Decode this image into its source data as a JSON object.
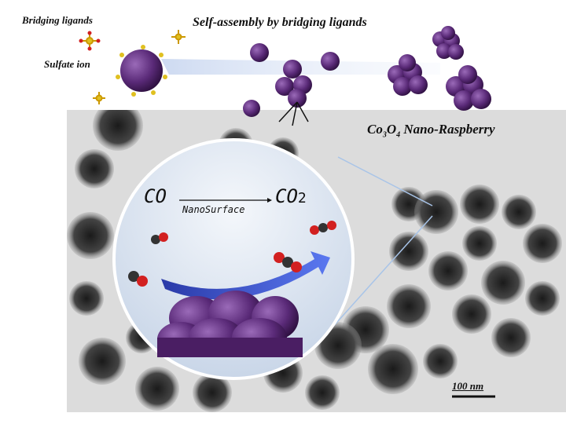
{
  "labels": {
    "bridging_ligands": "Bridging ligands",
    "sulfate_ion": "Sulfate ion",
    "self_assembly": "Self-assembly by bridging ligands",
    "product_formula_co": "Co",
    "product_formula_3": "3",
    "product_formula_o": "O",
    "product_formula_4": "4",
    "product_name": " Nano-Raspberry"
  },
  "reaction": {
    "reactant": "CO",
    "catalyst": "NanoSurface",
    "product": "CO",
    "product_subscript": "2"
  },
  "scale_bar": {
    "label": "100 nm"
  },
  "colors": {
    "particle": "#5a2a78",
    "sulfur": "#e0c020",
    "oxygen": "#d22020",
    "carbon": "#333333",
    "arrow": "#3a4fd0",
    "lens": "#dde6f2"
  }
}
